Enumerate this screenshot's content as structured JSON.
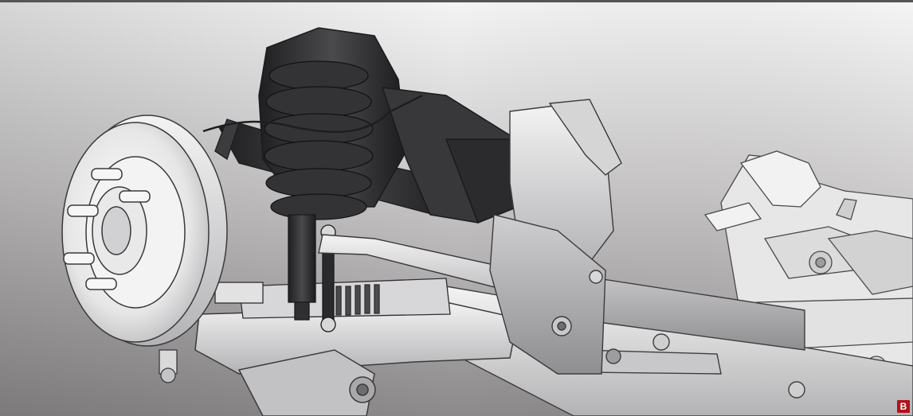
{
  "illustration": {
    "subject": "front-suspension-illustration",
    "parts": [
      "brake-rotor",
      "wheel-hub",
      "coil-spring",
      "strut-shock",
      "upper-control-arm",
      "lower-control-arm",
      "stabilizer-link",
      "steering-rack",
      "frame-crossmember",
      "rear-frame-assembly"
    ]
  },
  "colors": {
    "background_top": "#f3f3f4",
    "background_mid": "#c7c5c6",
    "background_bottom": "#8e8b8c",
    "metal_light": "#e9e9ea",
    "metal_mid": "#b9b8ba",
    "spring_dark": "#2a2a2c",
    "line": "#3a3a3c",
    "badge": "#b0121b"
  },
  "badge": {
    "label": "B"
  }
}
